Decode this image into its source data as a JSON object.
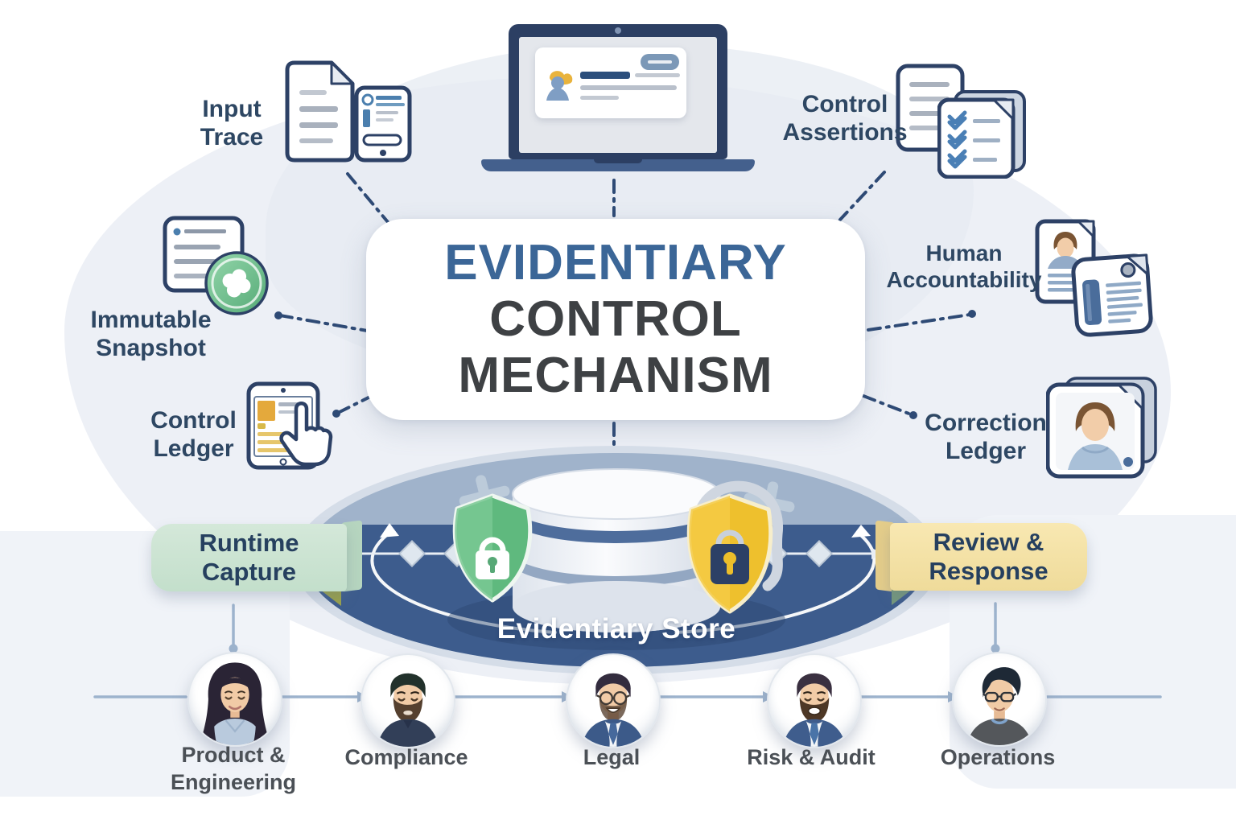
{
  "title": {
    "line1": "EVIDENTIARY",
    "line2": "CONTROL",
    "line3": "MECHANISM"
  },
  "peripherals": {
    "input_trace": {
      "label": "Input Trace"
    },
    "control_assertions": {
      "label": "Control Assertions"
    },
    "immutable_snapshot": {
      "label": "Immutable Snapshot"
    },
    "human_accountability": {
      "label": "Human Accountability"
    },
    "control_ledger": {
      "label": "Control Ledger"
    },
    "correction_ledger": {
      "label": "Correction Ledger"
    }
  },
  "center_store": {
    "label": "Evidentiary Store"
  },
  "banners": {
    "runtime_capture": {
      "label": "Runtime Capture"
    },
    "review_response": {
      "label": "Review & Response"
    }
  },
  "roles": [
    {
      "label": "Product & Engineering"
    },
    {
      "label": "Compliance"
    },
    {
      "label": "Legal"
    },
    {
      "label": "Risk & Audit"
    },
    {
      "label": "Operations"
    }
  ],
  "icons": {
    "laptop-icon": "laptop showing record card",
    "document-icon": "document with text lines",
    "form-icon": "form panel with fields",
    "checklist-icon": "checklist with blue checkmarks",
    "snapshot-badge-icon": "green seal badge on document",
    "phone-tap-icon": "handheld ledger with tapping hand",
    "profile-document-icon": "person profile document",
    "tag-document-icon": "tagged record sheet",
    "portrait-card-icon": "stacked portrait cards",
    "database-icon": "database cylinder",
    "green-shield-lock-icon": "green shield with padlock",
    "gold-shield-lock-icon": "gold shield with padlock"
  },
  "colors": {
    "title_accent": "#3b6697",
    "title_dark": "#3e4144",
    "label_navy": "#2e4763",
    "connector_navy": "#2e4a75",
    "platform_dark": "#3d5c8d",
    "platform_light": "#a0b3cb",
    "banner_green": "#cbe2d2",
    "banner_yellow": "#f4e2a6",
    "shield_green": "#5fb97e",
    "shield_gold": "#eec02d"
  }
}
